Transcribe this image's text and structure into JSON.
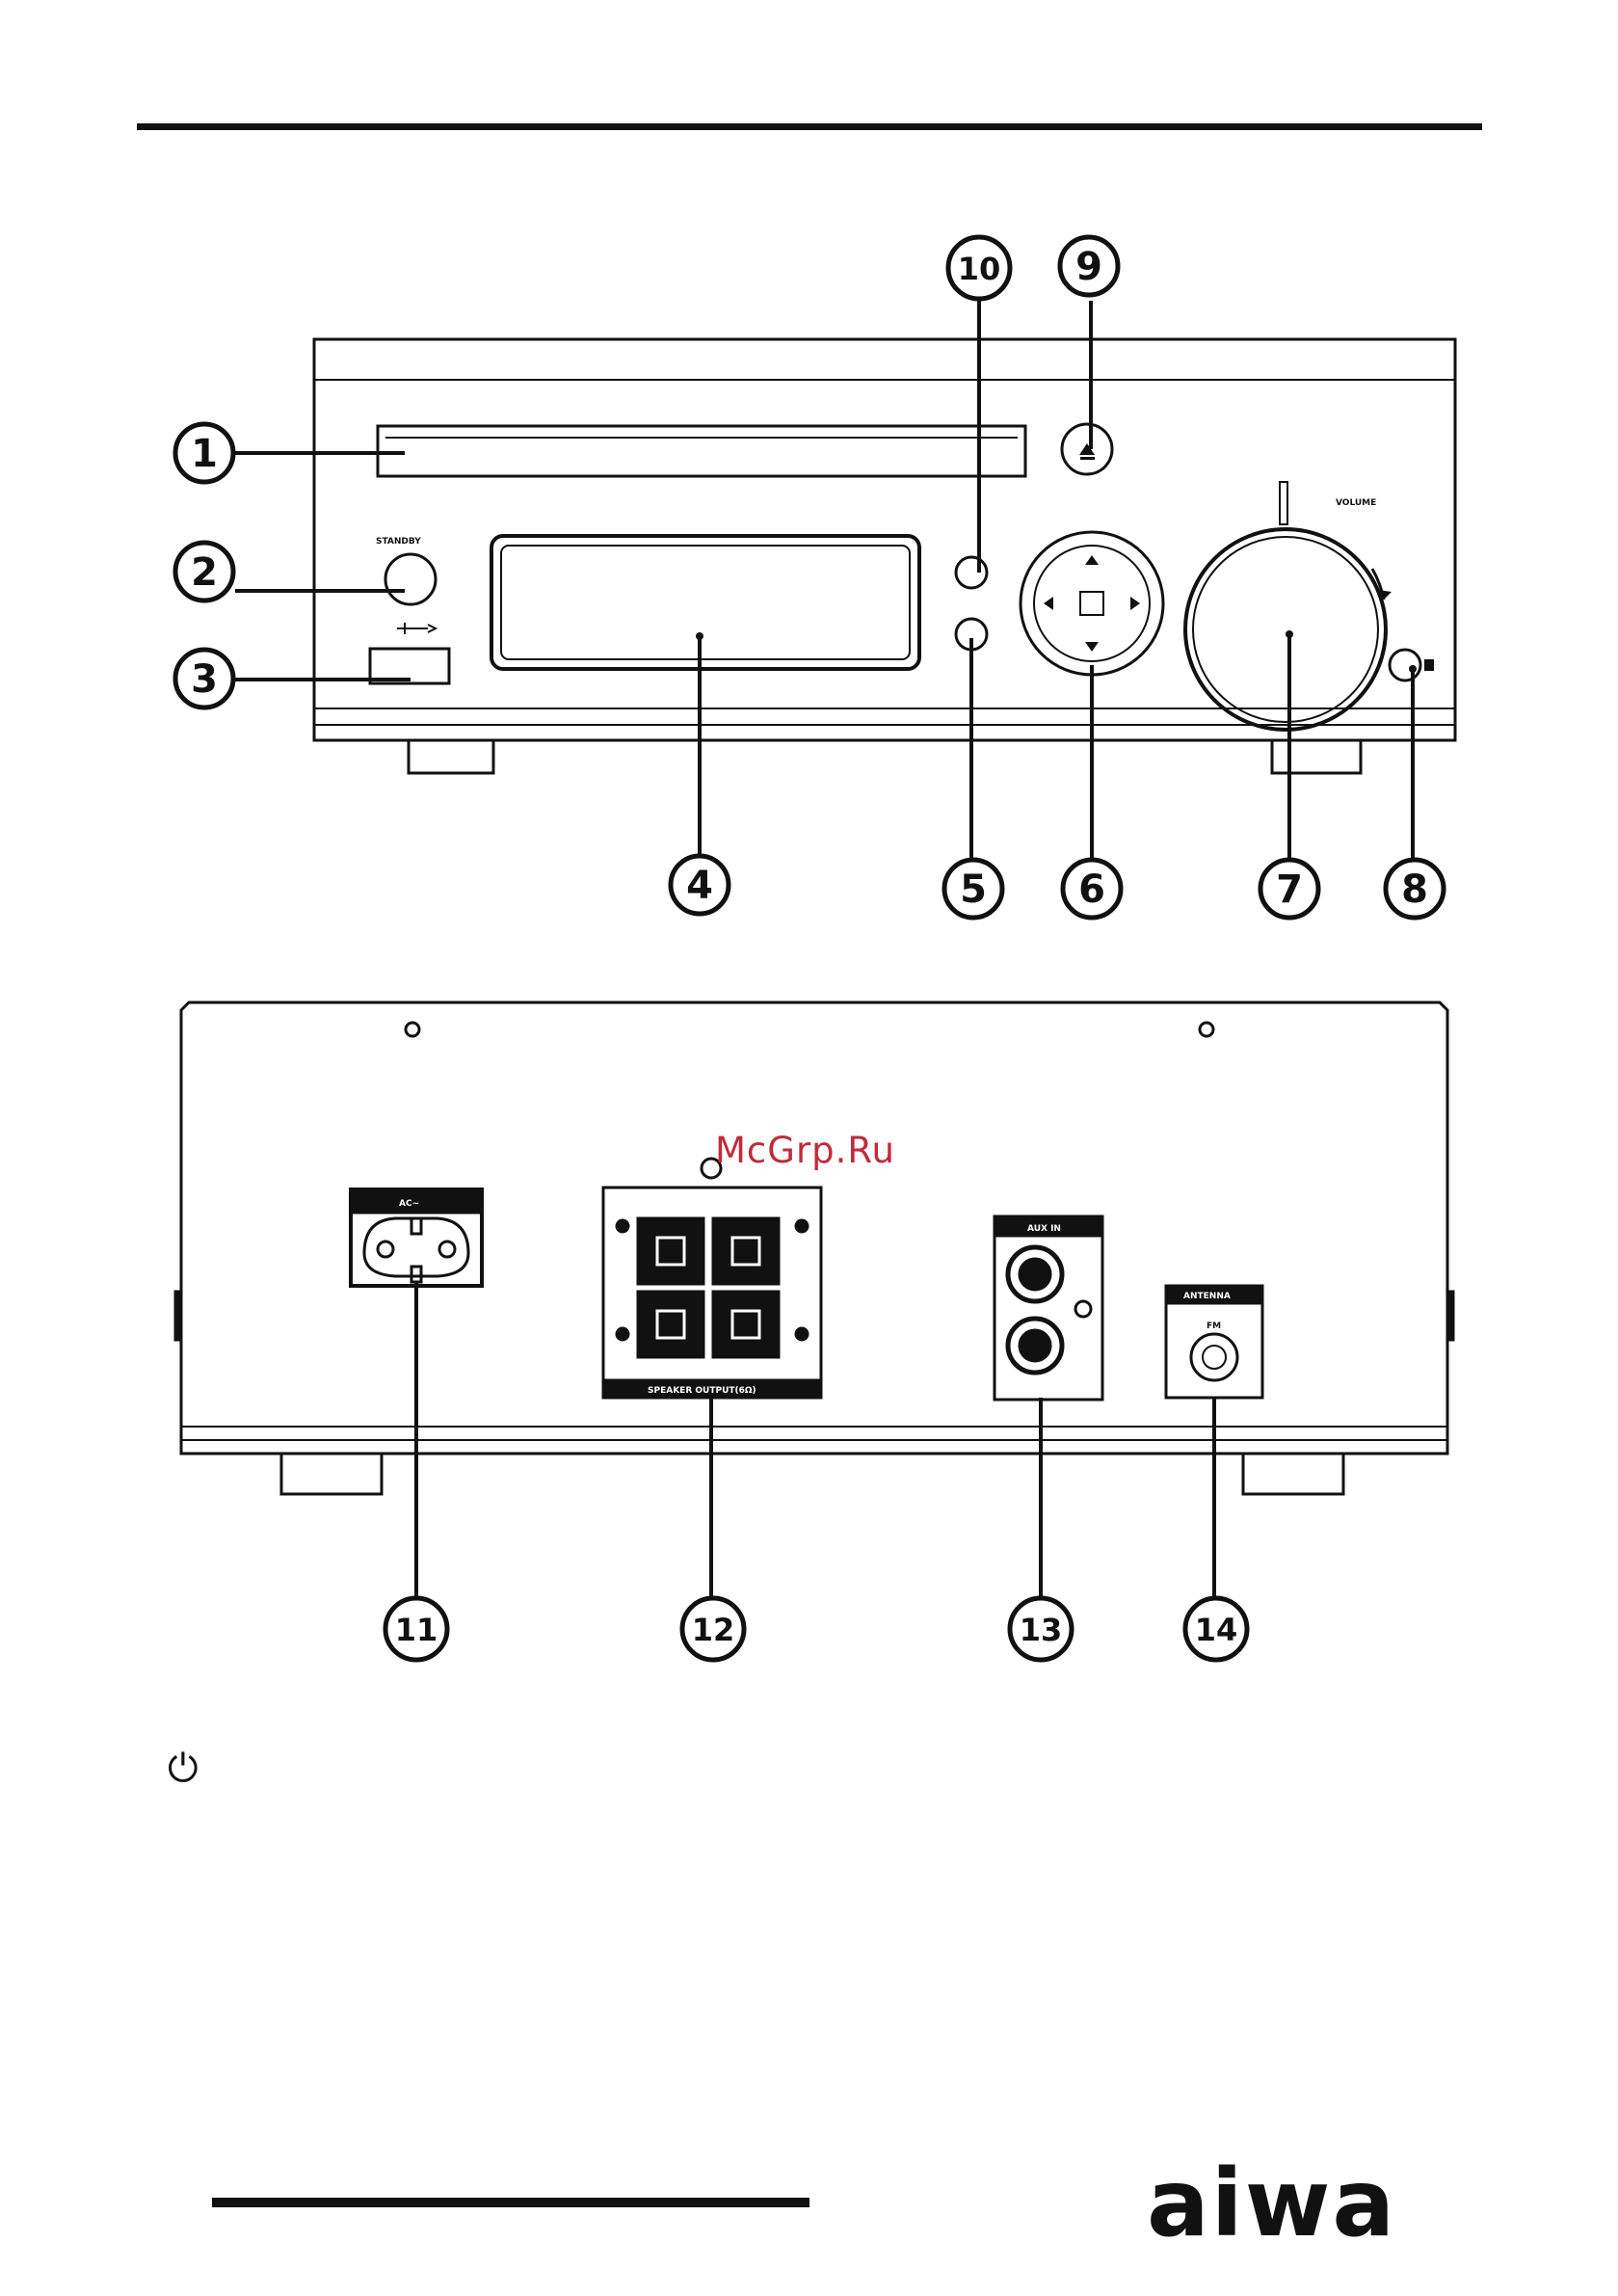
{
  "labels": {
    "callouts": [
      "1",
      "2",
      "3",
      "4",
      "5",
      "6",
      "7",
      "8",
      "9",
      "10",
      "11",
      "12",
      "13",
      "14"
    ],
    "standby": "STANDBY",
    "volume": "VOLUME",
    "ac": "AC~",
    "speaker_output": "SPEAKER OUTPUT(6Ω)",
    "aux_in": "AUX IN",
    "antenna": "ANTENNA",
    "fm": "FM"
  },
  "watermark": "McGrp.Ru",
  "power_symbol": "⏻",
  "brand_logo": "aiwa",
  "colors": {
    "ink": "#111111",
    "watermark": "#c22a3a"
  }
}
